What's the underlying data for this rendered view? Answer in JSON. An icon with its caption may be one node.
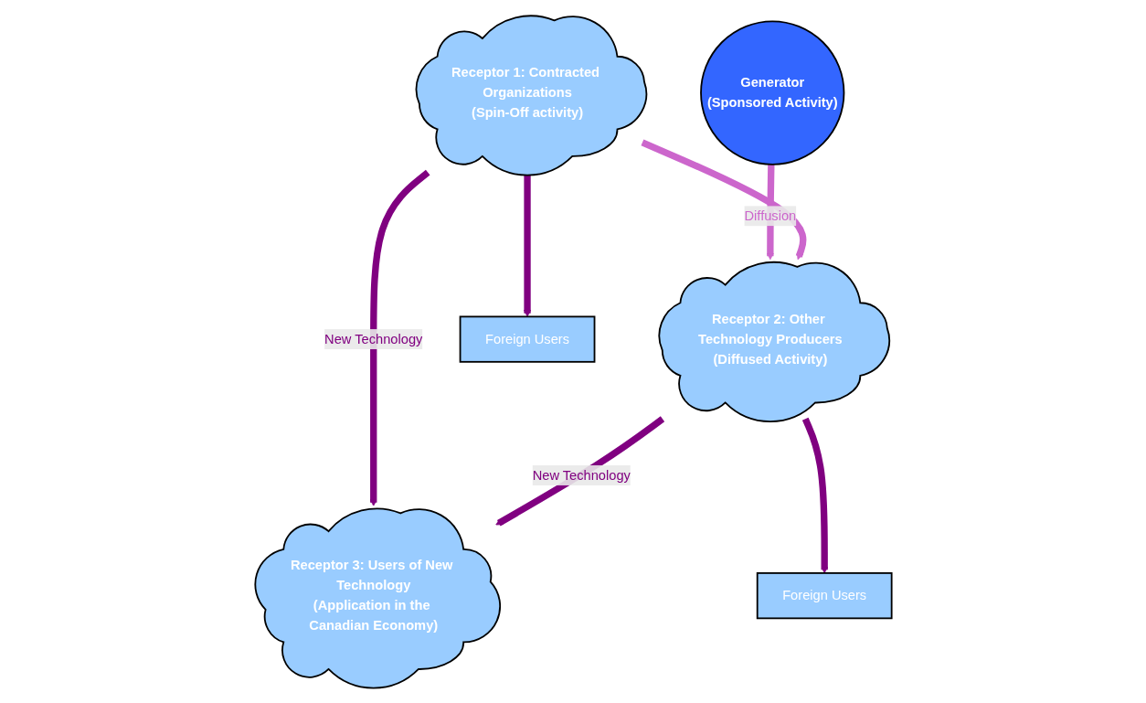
{
  "diagram": {
    "nodes": [
      {
        "text": [
          "Generator",
          "(Sponsored Activity)"
        ]
      },
      {
        "text": [
          "Receptor 1: Contracted Organizations",
          "(Spin-Off activity)"
        ]
      },
      {
        "text": [
          "Receptor 2: Other Technology Producers",
          "(Diffused Activity)"
        ]
      },
      {
        "text": [
          "Foreign Users"
        ]
      },
      {
        "text": [
          "Receptor 3: Users of New Technology",
          "(Application in the Canadian Economy)"
        ]
      },
      {
        "text": [
          "Foreign Users"
        ]
      }
    ],
    "edges": [
      {
        "from": 0,
        "to": 2,
        "arrow": "to",
        "label": "Diffusion",
        "color": "#cc66cc"
      },
      {
        "from": 1,
        "to": 2,
        "arrow": "to",
        "color": "#cc66cc"
      },
      {
        "from": 1,
        "to": 3,
        "arrow": "to"
      },
      {
        "from": 1,
        "to": 4,
        "arrow": "to",
        "label": "New Technology"
      },
      {
        "from": 2,
        "to": 4,
        "arrow": "to",
        "label": "New Technology"
      },
      {
        "from": 2,
        "to": 5,
        "arrow": "to"
      }
    ]
  }
}
